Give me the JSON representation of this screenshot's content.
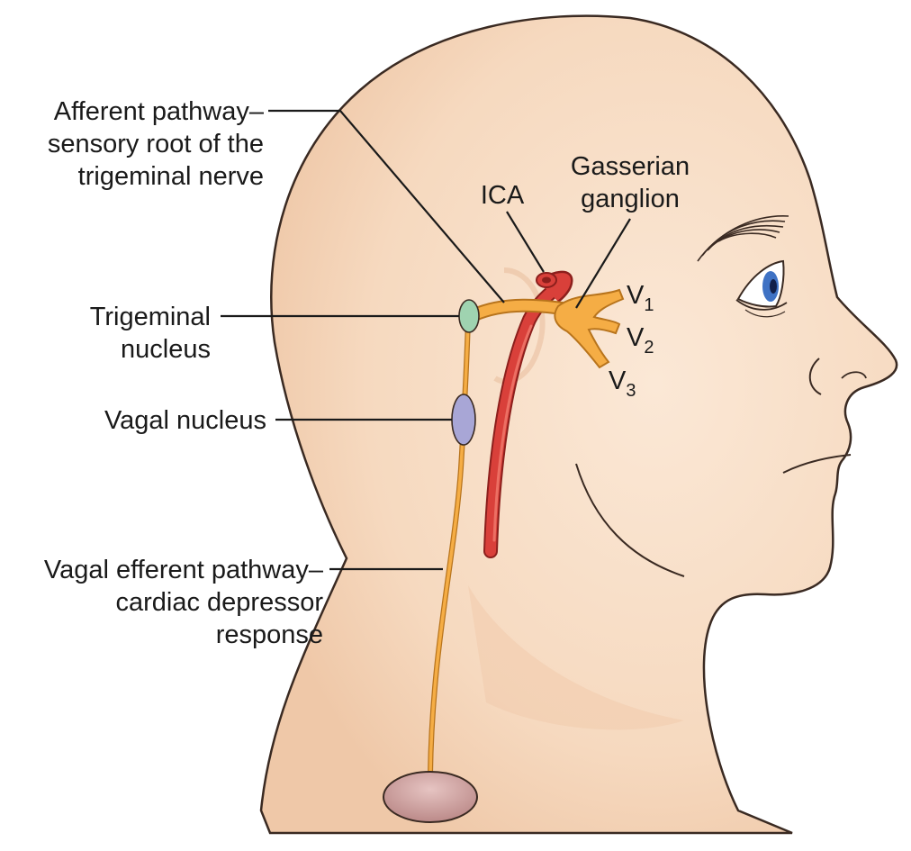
{
  "labels": {
    "afferent_line1": "Afferent pathway–",
    "afferent_line2": "sensory root of the",
    "afferent_line3": "trigeminal nerve",
    "trigeminal_line1": "Trigeminal",
    "trigeminal_line2": "nucleus",
    "vagal_nucleus": "Vagal nucleus",
    "efferent_line1": "Vagal efferent pathway–",
    "efferent_line2": "cardiac depressor",
    "efferent_line3": "response",
    "ica": "ICA",
    "gasserian_line1": "Gasserian",
    "gasserian_line2": "ganglion",
    "v1_letter": "V",
    "v1_sub": "1",
    "v2_letter": "V",
    "v2_sub": "2",
    "v3_letter": "V",
    "v3_sub": "3"
  },
  "colors": {
    "skin": "#f7dcc4",
    "skin_shadow": "#efc3a2",
    "outline": "#3a2a22",
    "nerve": "#f5ad45",
    "nerve_outline": "#b8741c",
    "artery": "#d9403a",
    "artery_outline": "#8c1f1c",
    "trigeminal_nucleus": "#9fd3b0",
    "vagal_nucleus": "#a8a6d6",
    "heart": "#c79a9a",
    "eye": "#3f72c4"
  }
}
